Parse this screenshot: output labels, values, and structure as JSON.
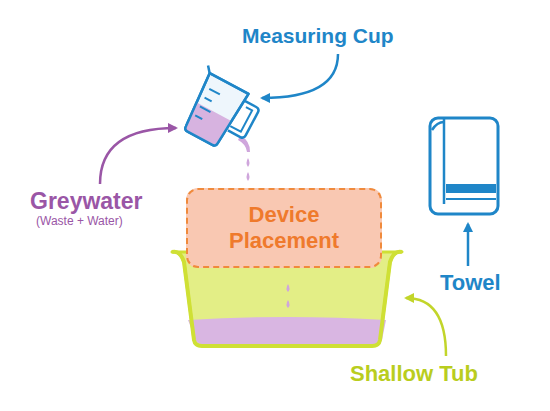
{
  "diagram": {
    "nodes": [
      {
        "text": [
          "Device Placement"
        ]
      }
    ],
    "labels": [
      "Measuring Cup",
      "Greywater",
      "(Waste + Water)",
      "Towel",
      "Shallow Tub"
    ]
  }
}
